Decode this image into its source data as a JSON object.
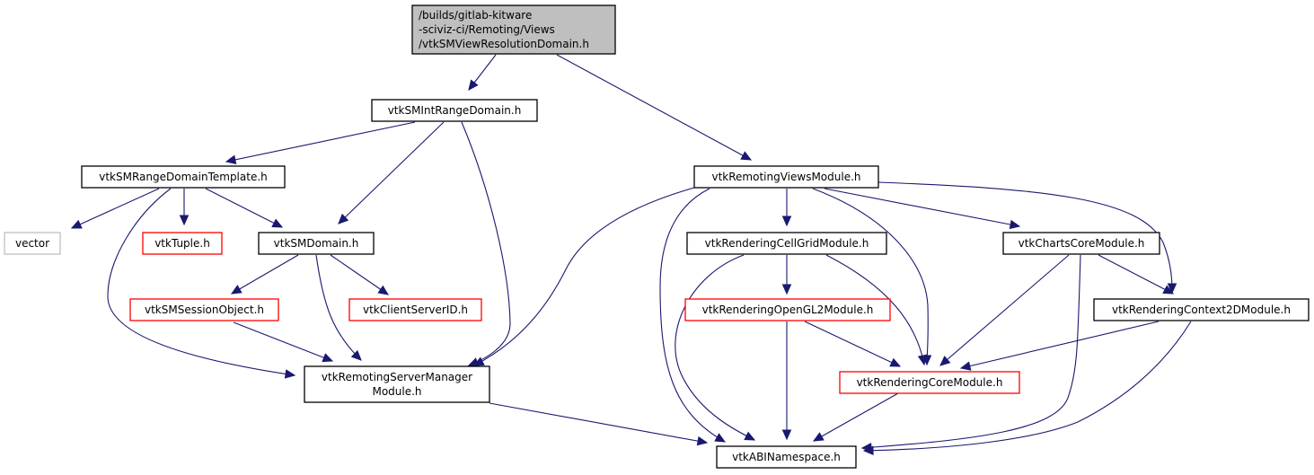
{
  "graph": {
    "type": "include-dependency-graph",
    "colors": {
      "edge": "#191970",
      "root_fill": "#bfbfbf",
      "border_normal": "#000000",
      "border_incomplete": "#ff0000",
      "border_external": "#bfbfbf"
    },
    "nodes": {
      "root": {
        "lines": [
          "/builds/gitlab-kitware",
          "-sciviz-ci/Remoting/Views",
          "/vtkSMViewResolutionDomain.h"
        ],
        "style": "root"
      },
      "intrange": {
        "lines": [
          "vtkSMIntRangeDomain.h"
        ],
        "style": "normal"
      },
      "rangetpl": {
        "lines": [
          "vtkSMRangeDomainTemplate.h"
        ],
        "style": "normal"
      },
      "vector": {
        "lines": [
          "vector"
        ],
        "style": "external"
      },
      "tuple": {
        "lines": [
          "vtkTuple.h"
        ],
        "style": "incomplete"
      },
      "smdomain": {
        "lines": [
          "vtkSMDomain.h"
        ],
        "style": "normal"
      },
      "session": {
        "lines": [
          "vtkSMSessionObject.h"
        ],
        "style": "incomplete"
      },
      "csid": {
        "lines": [
          "vtkClientServerID.h"
        ],
        "style": "incomplete"
      },
      "rsm": {
        "lines": [
          "vtkRemotingServerManager",
          "Module.h"
        ],
        "style": "normal"
      },
      "rviews": {
        "lines": [
          "vtkRemotingViewsModule.h"
        ],
        "style": "normal"
      },
      "cellgrid": {
        "lines": [
          "vtkRenderingCellGridModule.h"
        ],
        "style": "normal"
      },
      "charts": {
        "lines": [
          "vtkChartsCoreModule.h"
        ],
        "style": "normal"
      },
      "ogl2": {
        "lines": [
          "vtkRenderingOpenGL2Module.h"
        ],
        "style": "incomplete"
      },
      "ctx2d": {
        "lines": [
          "vtkRenderingContext2DModule.h"
        ],
        "style": "normal"
      },
      "rcore": {
        "lines": [
          "vtkRenderingCoreModule.h"
        ],
        "style": "incomplete"
      },
      "abi": {
        "lines": [
          "vtkABINamespace.h"
        ],
        "style": "normal"
      }
    },
    "edges": [
      [
        "root",
        "intrange"
      ],
      [
        "root",
        "rviews"
      ],
      [
        "intrange",
        "rangetpl"
      ],
      [
        "intrange",
        "smdomain"
      ],
      [
        "intrange",
        "rsm"
      ],
      [
        "rangetpl",
        "vector"
      ],
      [
        "rangetpl",
        "tuple"
      ],
      [
        "rangetpl",
        "smdomain"
      ],
      [
        "rangetpl",
        "rsm"
      ],
      [
        "smdomain",
        "session"
      ],
      [
        "smdomain",
        "csid"
      ],
      [
        "smdomain",
        "rsm"
      ],
      [
        "session",
        "rsm"
      ],
      [
        "rsm",
        "abi"
      ],
      [
        "rviews",
        "rsm"
      ],
      [
        "rviews",
        "cellgrid"
      ],
      [
        "rviews",
        "charts"
      ],
      [
        "rviews",
        "ctx2d"
      ],
      [
        "rviews",
        "rcore"
      ],
      [
        "rviews",
        "abi"
      ],
      [
        "cellgrid",
        "ogl2"
      ],
      [
        "cellgrid",
        "rcore"
      ],
      [
        "cellgrid",
        "abi"
      ],
      [
        "ogl2",
        "rcore"
      ],
      [
        "ogl2",
        "abi"
      ],
      [
        "charts",
        "ctx2d"
      ],
      [
        "charts",
        "rcore"
      ],
      [
        "charts",
        "abi"
      ],
      [
        "ctx2d",
        "rcore"
      ],
      [
        "ctx2d",
        "abi"
      ],
      [
        "rcore",
        "abi"
      ]
    ]
  }
}
